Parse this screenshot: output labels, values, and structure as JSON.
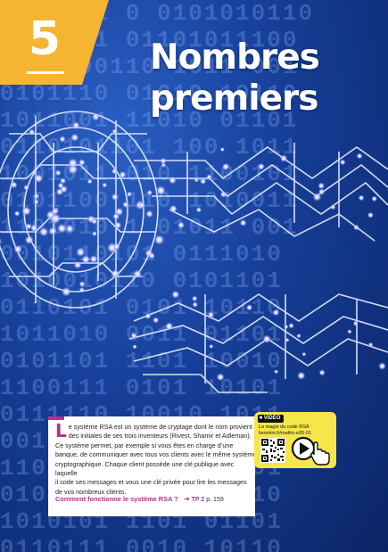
{
  "chapter": {
    "number": "5"
  },
  "title": {
    "line1": "Nombres",
    "line2": "premiers"
  },
  "background_binary": [
    "1010011 0 0101010110",
    "0011101 01101011100",
    "1100100110 1011 001",
    "0101110 01010 10110",
    "1011001 11010 01101",
    "0110101101 100 1011",
    "1001011 010 1100101",
    "0101100 110 1010011",
    "1101010 1 01011 001",
    "0010110101 0111010",
    "1010010110 0101101",
    "0110101 0101 10110",
    "1011010 0011 01101",
    "0101101 1101 10010",
    "1100111 0101 10101",
    "0111110 10010 1011",
    "0010101 11010 0110",
    "1101010 1011 00101",
    "0101110 0110 11010",
    "1010101 1101 01101",
    "0110111 0010 10110"
  ],
  "intro": {
    "dropcap": "L",
    "lines": [
      "e système RSA est un système de cryptage dont le nom provient",
      "des initiales de ses trois inventeurs (Rivest, Shamir et Adleman).",
      "Ce système permet, par exemple si vous êtes en charge d’une",
      "banque, de communiquer avec tous vos clients avec le même système",
      "cryptographique. Chaque client possède une clé publique avec laquelle",
      "il code ses messages et vous une clé privée pour lire les messages",
      "de vos nombreux clients."
    ],
    "question": "Comment fonctionne le système RSA ?",
    "tp_arrow": "➜",
    "tp_label": "TP 2",
    "tp_page": "p. 159"
  },
  "video": {
    "badge": "VIDÉO",
    "title": "La magie du code RSA",
    "url": "lienmini.fr/maths-e05-01"
  },
  "colors": {
    "accent": "#b0338c",
    "chapter_tab": "#f6b531",
    "video_card": "#f7e64a",
    "background": "#163e97"
  },
  "icons": [
    "play-icon",
    "hand-pointer-icon",
    "qr-code",
    "play-circle-icon"
  ]
}
